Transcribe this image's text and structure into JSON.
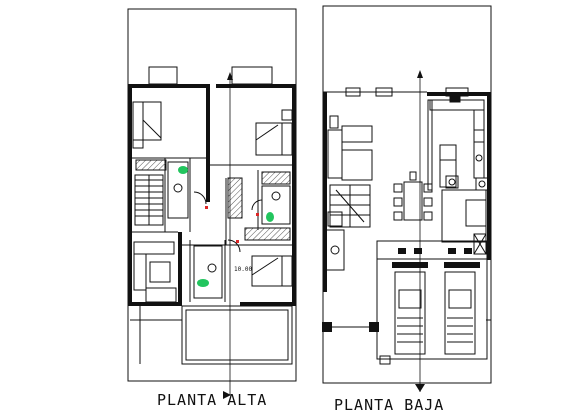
{
  "drawing": {
    "upper_floor_label": "PLANTA ALTA",
    "lower_floor_label": "PLANTA BAJA",
    "small_dimension_text": "10.00"
  },
  "colors": {
    "line": "#111111",
    "wall_fill": "#111111",
    "hatch": "#555555",
    "toilet_accent": "#22c55e",
    "door_accent": "#dc2626"
  }
}
